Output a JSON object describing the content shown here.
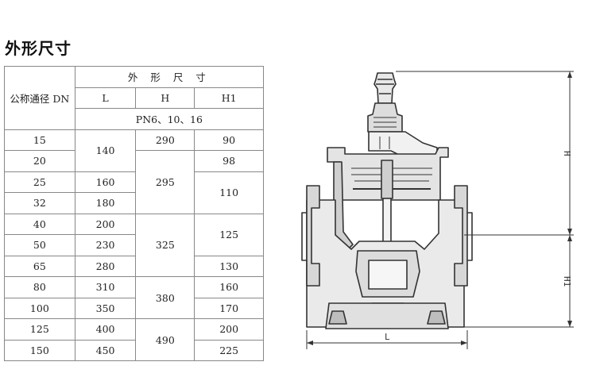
{
  "title": "外形尺寸",
  "table": {
    "dn_header": "公称通径 DN",
    "group_header": "外 形 尺 寸",
    "col_L": "L",
    "col_H": "H",
    "col_H1": "H1",
    "pressure": "PN6、10、16",
    "dn": [
      "15",
      "20",
      "25",
      "32",
      "40",
      "50",
      "65",
      "80",
      "100",
      "125",
      "150"
    ],
    "L": [
      "140",
      "160",
      "180",
      "200",
      "230",
      "280",
      "310",
      "350",
      "400",
      "450"
    ],
    "H": [
      "290",
      "295",
      "325",
      "380",
      "490"
    ],
    "H1": [
      "90",
      "98",
      "110",
      "125",
      "130",
      "160",
      "170",
      "200",
      "225"
    ]
  },
  "drawing": {
    "label_H": "H",
    "label_H1": "H1",
    "label_L": "L"
  }
}
